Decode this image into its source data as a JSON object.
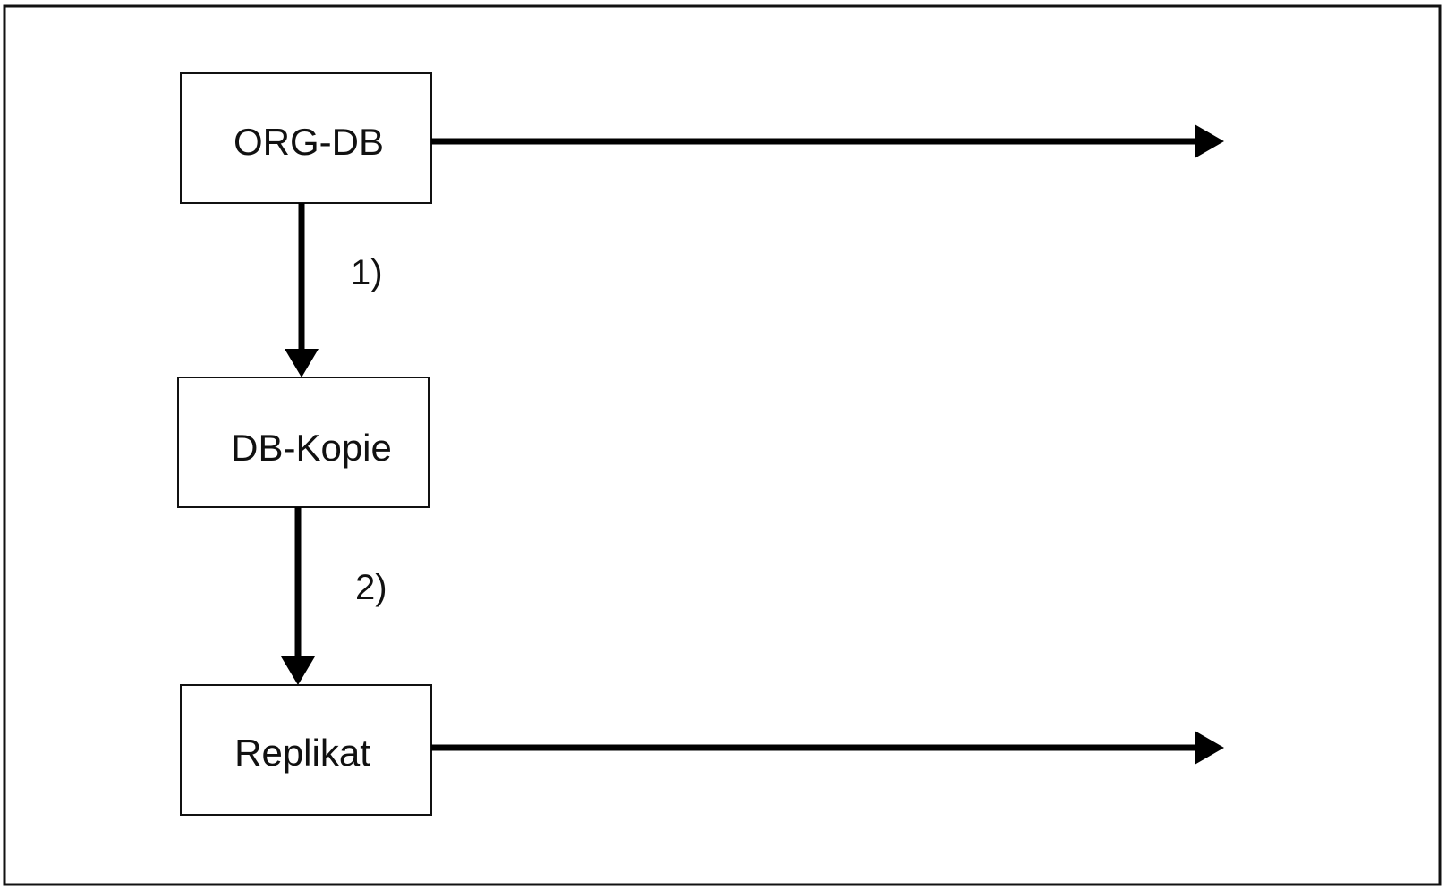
{
  "diagram": {
    "nodes": {
      "org_db": "ORG-DB",
      "db_kopie": "DB-Kopie",
      "replikat": "Replikat"
    },
    "steps": {
      "step1": "1)",
      "step2": "2)"
    }
  }
}
